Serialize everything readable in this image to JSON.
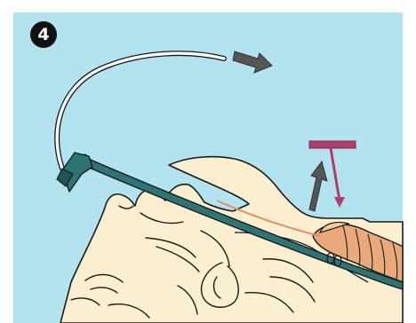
{
  "step": {
    "number": "4"
  },
  "colors": {
    "background": "#b3e3ef",
    "frame": "#ffffff",
    "skin": "#fbefcf",
    "outline": "#1a1a1a",
    "tube": "#2d7574",
    "tube_dark": "#1f5655",
    "stylet": "#ffffff",
    "arrow": "#555555",
    "pull_handle": "#b13e6a",
    "trachea": "#e9a97a",
    "tissue_line": "#e58f69"
  },
  "icons": {
    "step_badge": "circled-number-4",
    "motion_arrows": "arrow",
    "pull_tool": "t-handle"
  }
}
